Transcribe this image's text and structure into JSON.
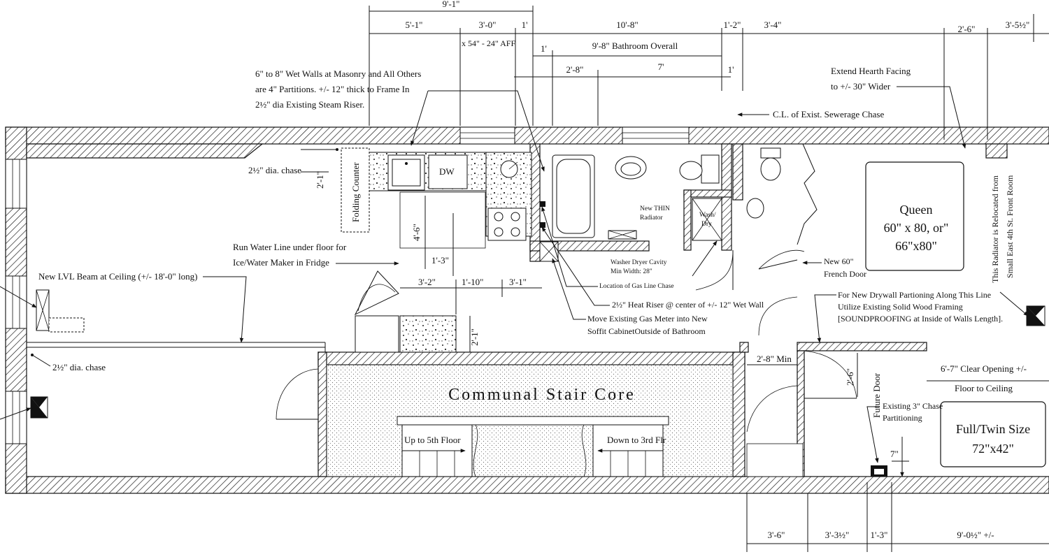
{
  "top_dims": {
    "overall_left": "9'-1\"",
    "d1": "5'-1\"",
    "d2": "3'-0\"",
    "d3": "1'",
    "d4": "10'-8\"",
    "d5": "1'-2\"",
    "d6": "3'-4\"",
    "d7": "2'-6\"",
    "d8": "3'-5½\"",
    "window_note": "x 54\" - 24\" AFF",
    "d9": "1'",
    "bath_overall": "9'-8\" Bathroom Overall",
    "d10": "2'-8\"",
    "d11": "7'",
    "d12": "1'"
  },
  "notes": {
    "wet_walls_1": "6\" to 8\" Wet Walls at Masonry and All Others",
    "wet_walls_2": "are 4\" Partitions.  +/- 12\" thick to Frame In",
    "wet_walls_3": "2½\" dia Existing Steam Riser.",
    "hearth_1": "Extend Hearth Facing",
    "hearth_2": "to +/- 30\" Wider",
    "sewer": "C.L. of Exist. Sewerage Chase",
    "chase_top": "2½\" dia. chase",
    "chase_top_dim": "2'-1\"",
    "folding_counter": "Folding Counter",
    "dw": "DW",
    "water_line_1": "Run Water Line under floor for",
    "water_line_2": "Ice/Water Maker in Fridge",
    "lvl_beam": "New LVL Beam at Ceiling (+/- 18'-0\" long)",
    "chase_left": "2½\" dia. chase",
    "thin_radiator_1": "New THIN",
    "thin_radiator_2": "Radiator",
    "wash_dry_1": "Wash/",
    "wash_dry_2": "Dry",
    "washer_cavity_1": "Washer Dryer Cavity",
    "washer_cavity_2": "Min Width: 28\"",
    "gas_chase": "Location of Gas Line Chase",
    "heat_riser": "2½\" Heat Riser @ center of +/- 12\" Wet Wall",
    "gas_meter_1": "Move Existing Gas Meter into New",
    "gas_meter_2": "Soffit CabinetOutside of Bathroom",
    "french_door_1": "New 60\"",
    "french_door_2": "French Door",
    "drywall_1": "For New Drywall Partioning Along This Line",
    "drywall_2": "Utilize Existing Solid Wood Framing",
    "drywall_3": "[SOUNDPROOFING at Inside of Walls Length].",
    "radiator_reloc_1": "This Radiator is Relocated from",
    "radiator_reloc_2": "Small East 4th St. Front Room",
    "stair_core": "Communal Stair Core",
    "up": "Up to 5th Floor",
    "down": "Down to 3rd Flr",
    "min_dim": "2'-8\" Min",
    "future_door": "Future Door",
    "future_dim": "2'-6\"",
    "chase_part_1": "Existing 3\" Chase",
    "chase_part_2": "Partitioning",
    "clear_1": "6'-7\" Clear Opening +/-",
    "clear_2": "Floor to Ceiling",
    "seven": "7\"",
    "bed_dim": "2'-1\""
  },
  "kitchen_dims": {
    "v1": "4'-6\"",
    "v2": "1'-3\"",
    "h1": "3'-2\"",
    "h2": "1'-10\"",
    "h3": "3'-1\""
  },
  "beds": {
    "queen_1": "Queen",
    "queen_2": "60\" x 80, or\"",
    "queen_3": "66\"x80\"",
    "twin_1": "Full/Twin Size",
    "twin_2": "72\"x42\""
  },
  "bottom_dims": {
    "b1": "3'-6\"",
    "b2": "3'-3½\"",
    "b3": "1'-3\"",
    "b4": "9'-0½\" +/-"
  }
}
